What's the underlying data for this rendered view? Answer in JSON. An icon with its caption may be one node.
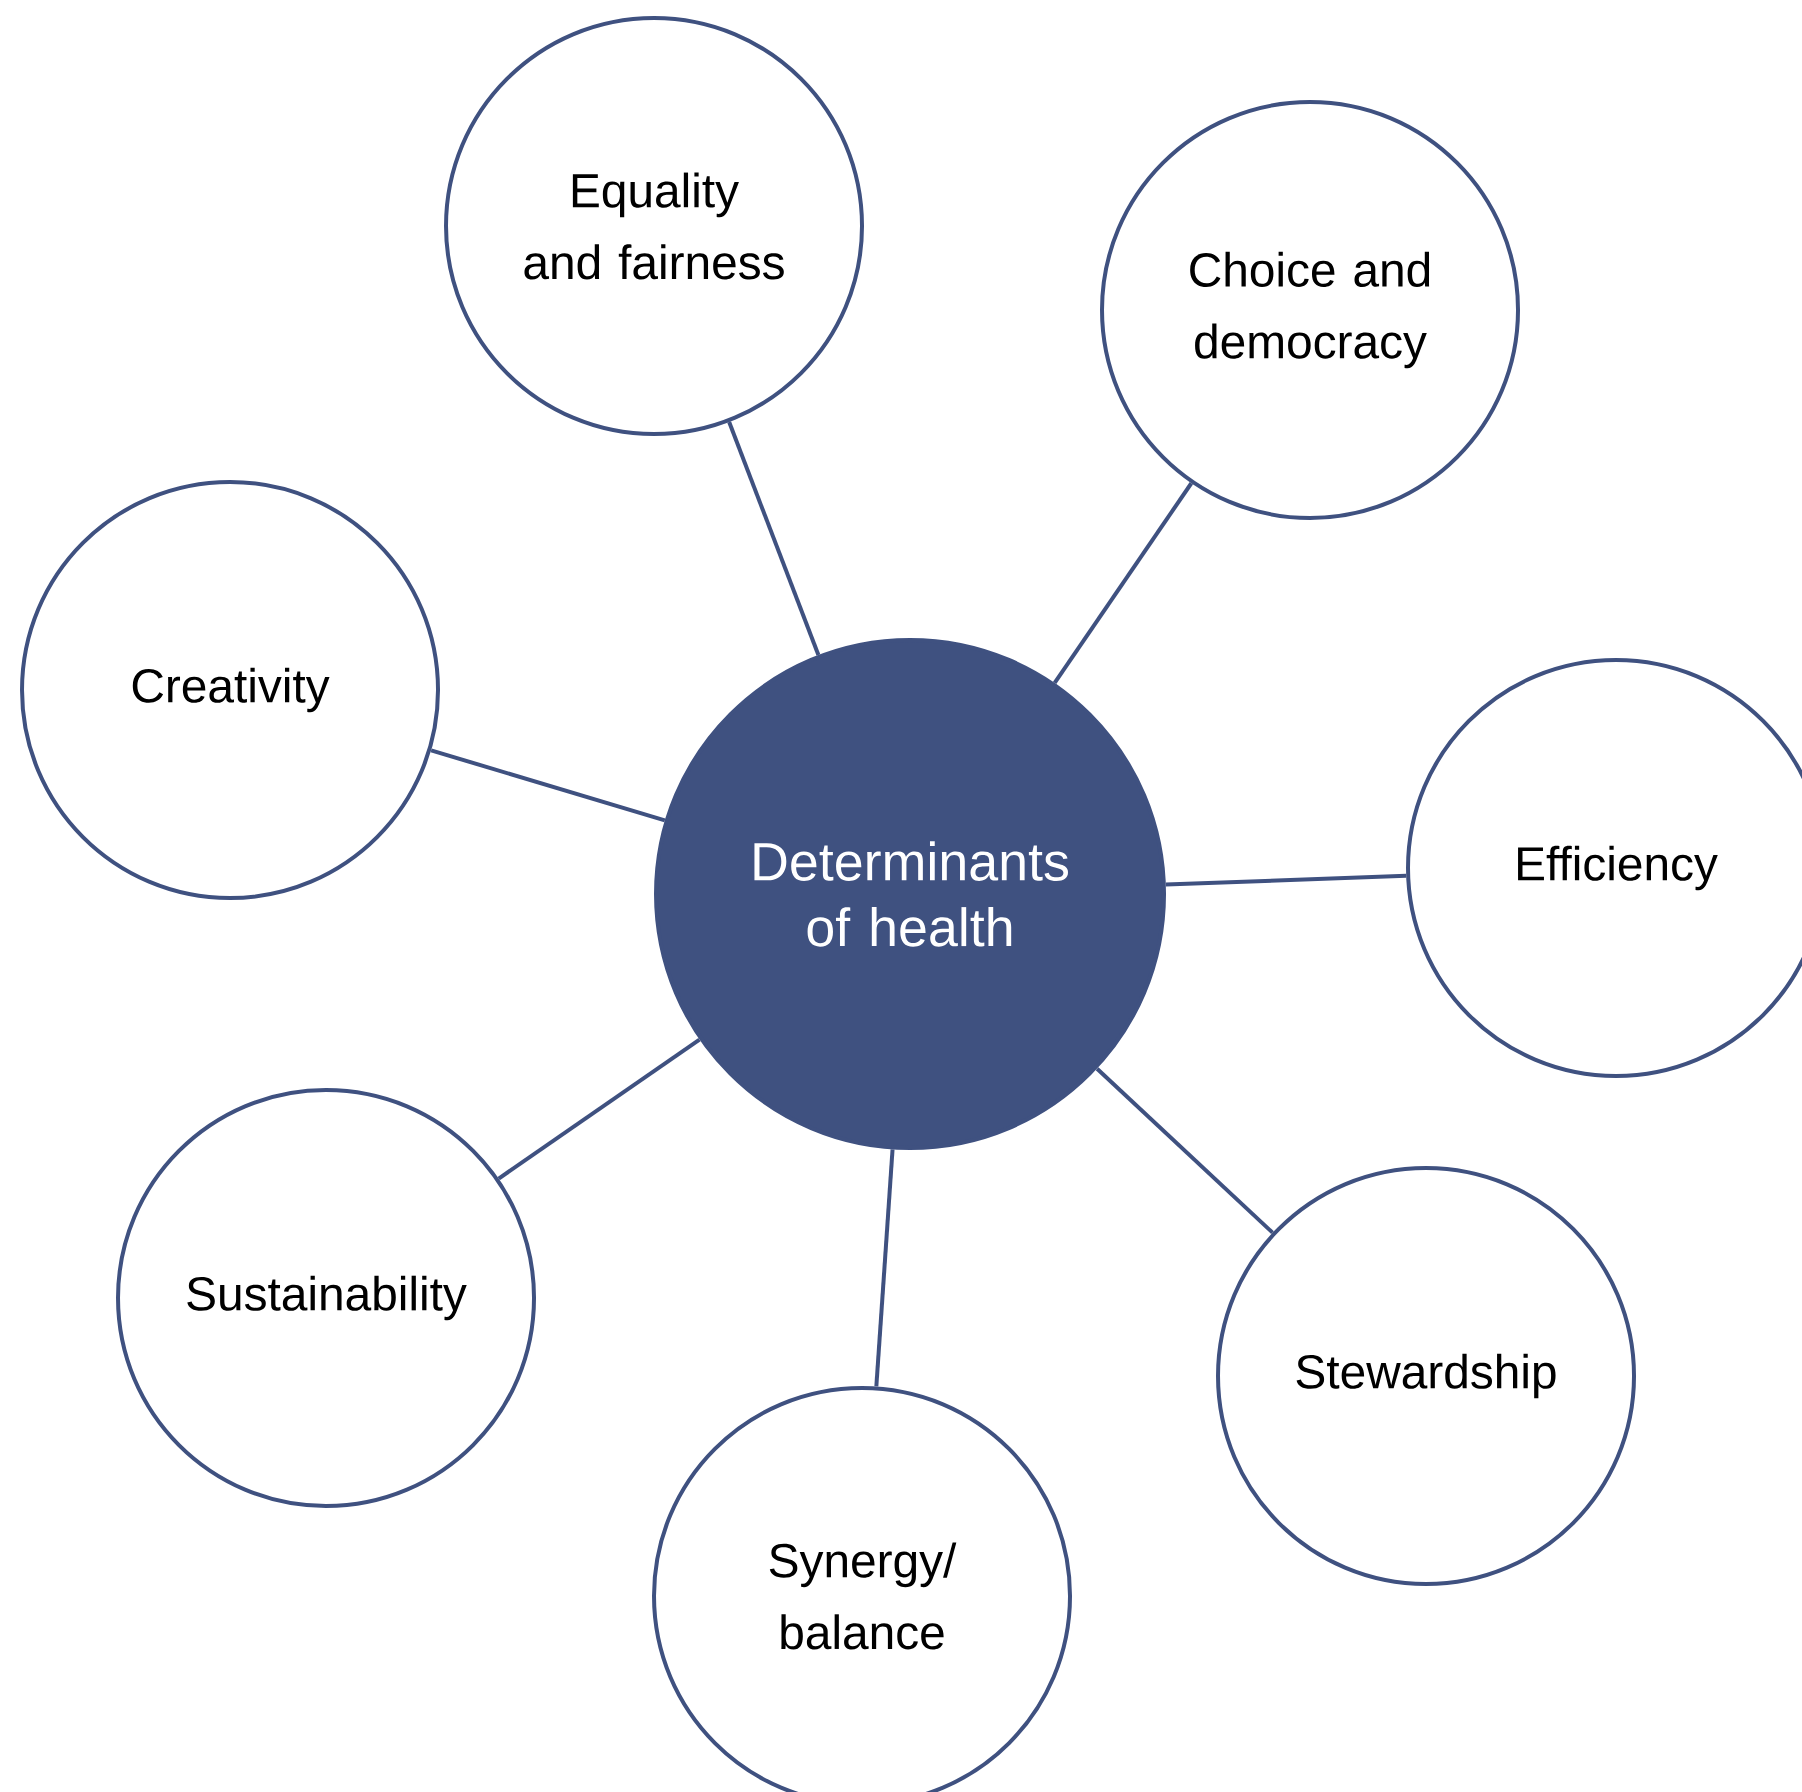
{
  "diagram": {
    "nodes": [
      {
        "text": [
          "Determinants of health"
        ]
      },
      {
        "text": [
          "Equality and fairness"
        ]
      },
      {
        "text": [
          "Choice and democracy"
        ]
      },
      {
        "text": [
          "Creativity"
        ]
      },
      {
        "text": [
          "Efficiency"
        ]
      },
      {
        "text": [
          "Sustainability"
        ]
      },
      {
        "text": [
          "Stewardship"
        ]
      },
      {
        "text": [
          "Synergy/ balance"
        ]
      }
    ],
    "edges": [
      {
        "from": 0,
        "to": 1,
        "arrow": "none"
      },
      {
        "from": 0,
        "to": 2,
        "arrow": "none"
      },
      {
        "from": 0,
        "to": 3,
        "arrow": "none"
      },
      {
        "from": 0,
        "to": 4,
        "arrow": "none"
      },
      {
        "from": 0,
        "to": 5,
        "arrow": "none"
      },
      {
        "from": 0,
        "to": 6,
        "arrow": "none"
      },
      {
        "from": 0,
        "to": 7,
        "arrow": "none"
      }
    ]
  }
}
